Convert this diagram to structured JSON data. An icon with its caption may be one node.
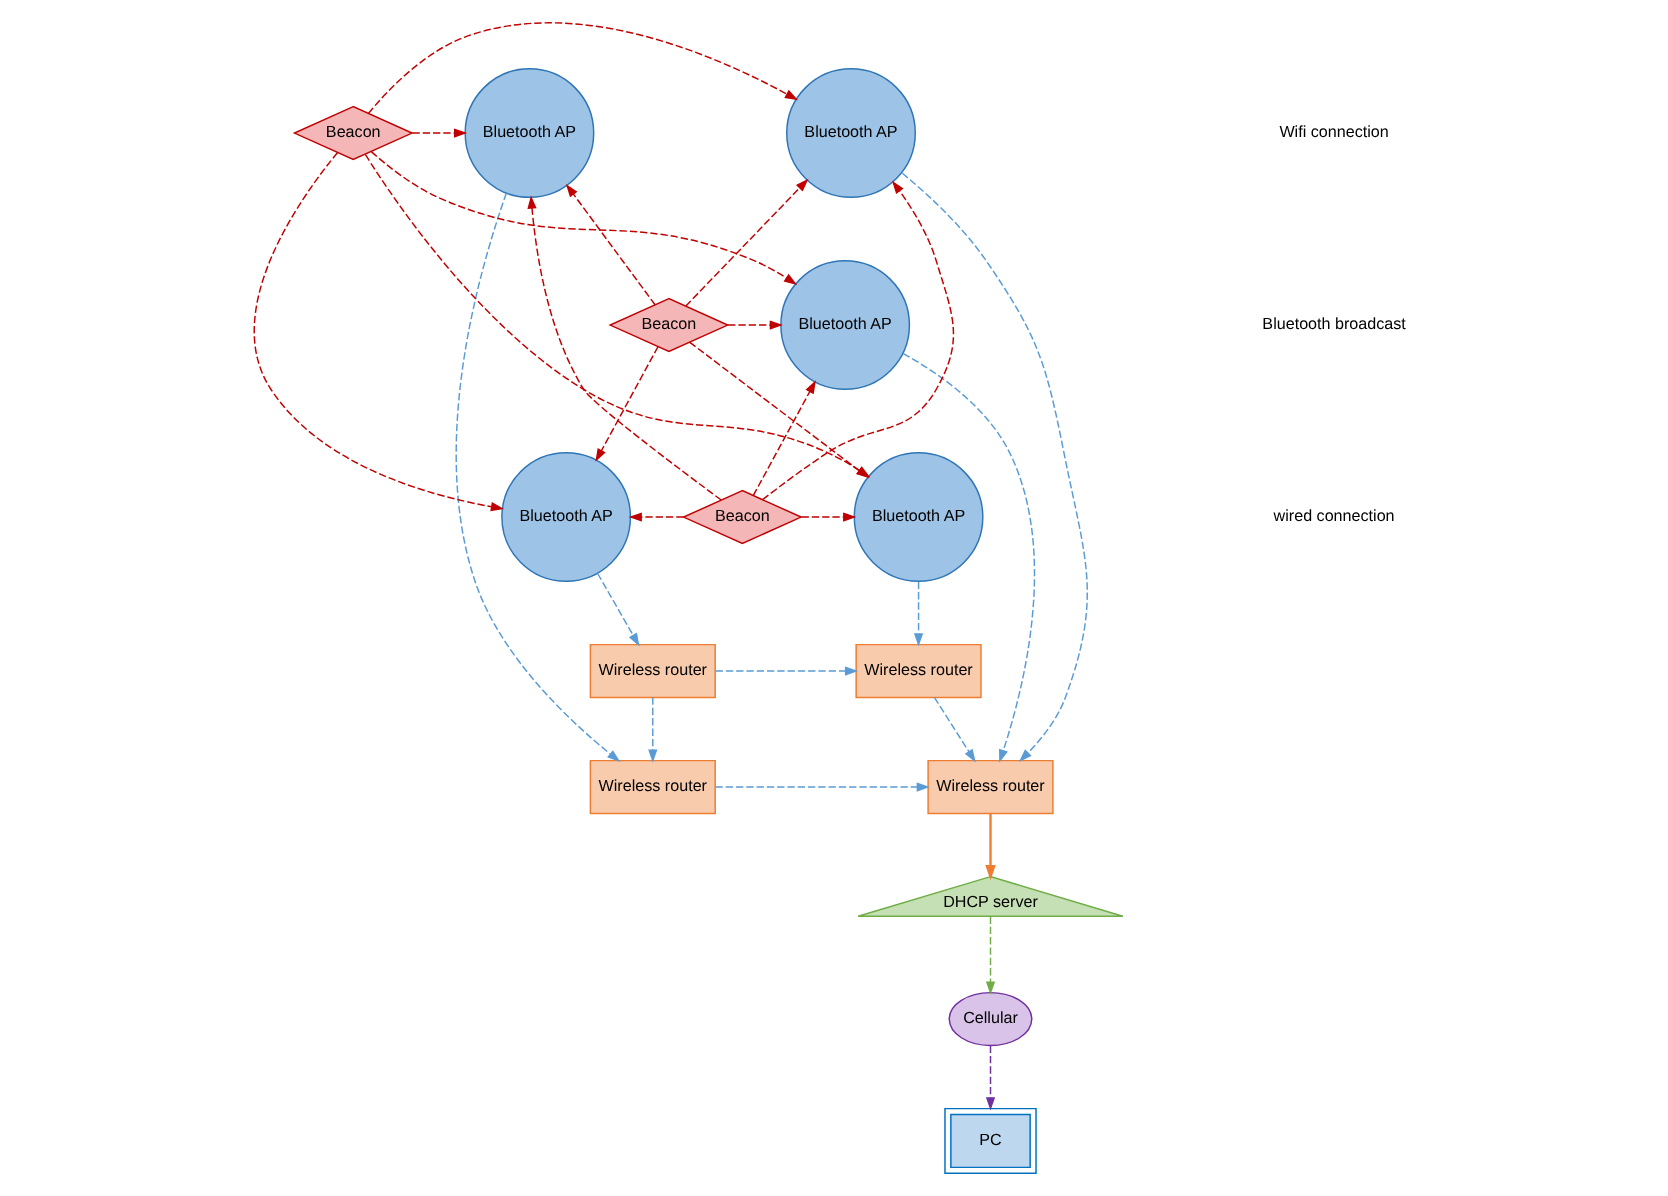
{
  "diagram": {
    "nodes": [
      {
        "text": [
          "Bluetooth AP"
        ]
      },
      {
        "text": [
          "Bluetooth AP"
        ]
      },
      {
        "text": [
          "Beacon"
        ]
      },
      {
        "text": [
          "Wireless router"
        ]
      },
      {
        "text": [
          "Wireless router"
        ]
      },
      {
        "text": [
          "Beacon"
        ]
      },
      {
        "text": [
          "Bluetooth AP"
        ]
      },
      {
        "text": [
          "Wireless router"
        ]
      },
      {
        "text": [
          "Wireless router"
        ]
      },
      {
        "text": [
          "Beacon"
        ]
      },
      {
        "text": [
          "Bluetooth AP"
        ]
      },
      {
        "text": [
          "Bluetooth AP"
        ]
      },
      {
        "text": [
          "DHCP server"
        ]
      },
      {
        "text": [
          "Cellular"
        ]
      },
      {
        "text": [
          "PC"
        ]
      }
    ],
    "edges": [
      {
        "from": 2,
        "to": 0,
        "arrow": "to",
        "style": "dashed"
      },
      {
        "from": 2,
        "to": 1,
        "arrow": "to",
        "style": "dashed"
      },
      {
        "from": 2,
        "to": 6,
        "arrow": "to",
        "style": "dashed"
      },
      {
        "from": 2,
        "to": 10,
        "arrow": "to",
        "style": "dashed"
      },
      {
        "from": 2,
        "to": 11,
        "arrow": "to",
        "style": "dashed"
      },
      {
        "from": 5,
        "to": 0,
        "arrow": "to",
        "style": "dashed"
      },
      {
        "from": 5,
        "to": 1,
        "arrow": "to",
        "style": "dashed"
      },
      {
        "from": 5,
        "to": 6,
        "arrow": "to",
        "style": "dashed"
      },
      {
        "from": 5,
        "to": 10,
        "arrow": "to",
        "style": "dashed"
      },
      {
        "from": 5,
        "to": 11,
        "arrow": "to",
        "style": "dashed"
      },
      {
        "from": 9,
        "to": 0,
        "arrow": "to",
        "style": "dashed"
      },
      {
        "from": 9,
        "to": 1,
        "arrow": "to",
        "style": "dashed"
      },
      {
        "from": 9,
        "to": 6,
        "arrow": "to",
        "style": "dashed"
      },
      {
        "from": 9,
        "to": 10,
        "arrow": "to",
        "style": "dashed"
      },
      {
        "from": 9,
        "to": 11,
        "arrow": "to",
        "style": "dashed"
      },
      {
        "from": 0,
        "to": 3,
        "arrow": "to",
        "style": "dashed",
        "color": "#5b9bd5"
      },
      {
        "from": 4,
        "to": 3,
        "arrow": "to",
        "style": "dashed",
        "color": "#5b9bd5"
      },
      {
        "from": 6,
        "to": 3,
        "arrow": "to",
        "style": "dashed",
        "color": "#5b9bd5"
      },
      {
        "from": 7,
        "to": 3,
        "arrow": "to",
        "style": "dashed",
        "color": "#5b9bd5"
      },
      {
        "from": 1,
        "to": 4,
        "arrow": "to",
        "style": "dashed",
        "color": "#5b9bd5"
      },
      {
        "from": 8,
        "to": 4,
        "arrow": "to",
        "style": "dashed",
        "color": "#5b9bd5"
      },
      {
        "from": 10,
        "to": 7,
        "arrow": "to",
        "style": "dashed",
        "color": "#5b9bd5"
      },
      {
        "from": 8,
        "to": 7,
        "arrow": "to",
        "style": "dashed",
        "color": "#5b9bd5"
      },
      {
        "from": 11,
        "to": 8,
        "arrow": "to",
        "style": "dashed",
        "color": "#5b9bd5"
      },
      {
        "from": 3,
        "to": 12,
        "arrow": "to",
        "color": "#ed7d31"
      },
      {
        "from": 12,
        "to": 13,
        "arrow": "to",
        "style": "dashed",
        "color": "#70ad47"
      },
      {
        "from": 13,
        "to": 14,
        "arrow": "to",
        "style": "dashed",
        "color": "#7030a0"
      }
    ],
    "legend": [
      {
        "text": "Wifi connection"
      },
      {
        "text": "Bluetooth broadcast"
      },
      {
        "text": "wired connection"
      }
    ]
  }
}
